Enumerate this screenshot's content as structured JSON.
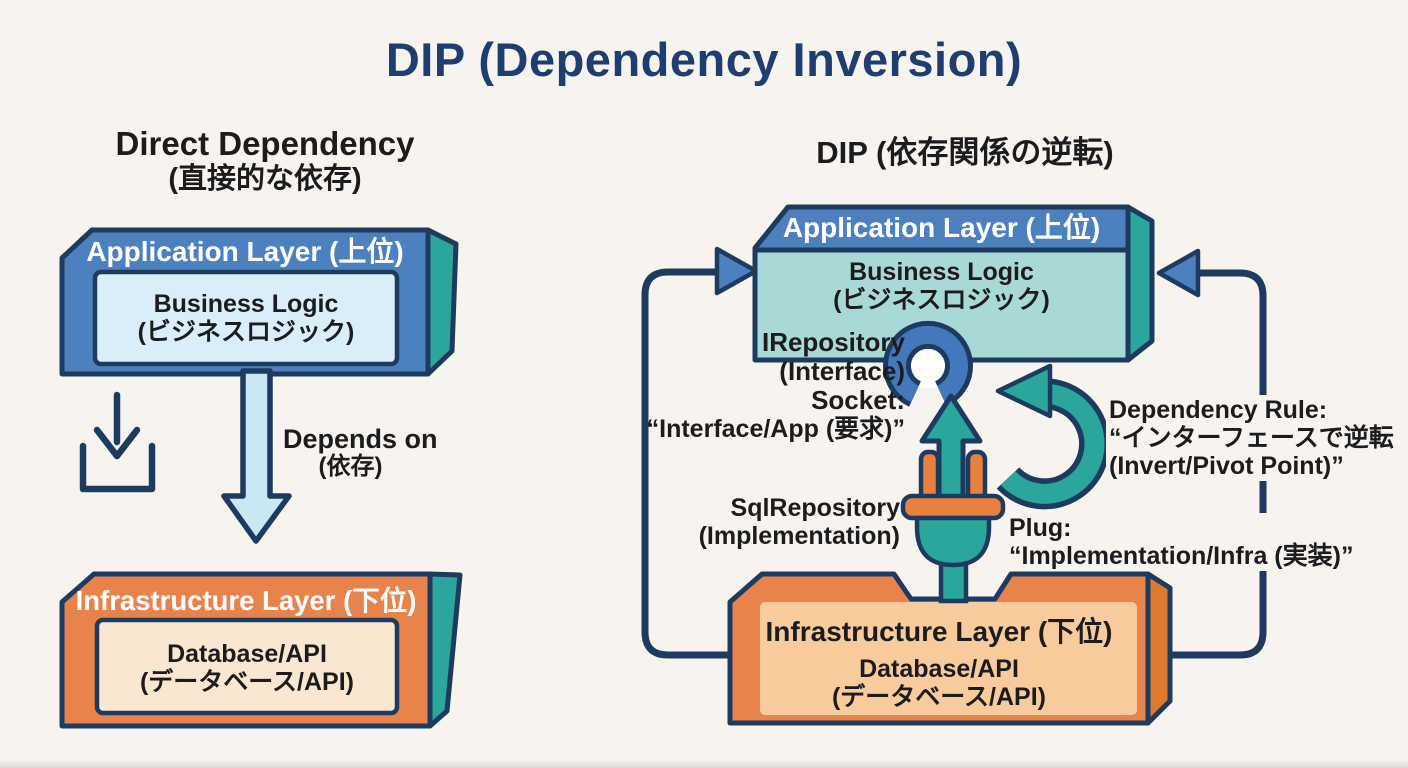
{
  "title": "DIP (Dependency Inversion)",
  "colors": {
    "page_bg": "#f7f4f0",
    "title_navy": "#1e3e70",
    "outline_navy": "#1d3a5f",
    "box_blue": "#4c80be",
    "ring_blue": "#4378bc",
    "teal": "#2aa69d",
    "body_teal": "#a9d9d6",
    "inner_light_blue": "#d9eef9",
    "orange": "#e8834c",
    "dark_orange": "#de7930",
    "inner_light_orange": "#f7cb9c",
    "inner_peach": "#fae7d1",
    "plug_orange": "#e8813f",
    "big_arrow_fill": "#c9e8f3",
    "text_black": "#1c1c1e",
    "text_white": "#ffffff"
  },
  "left_panel": {
    "heading_line1": "Direct Dependency",
    "heading_line2": "(直接的な依存)",
    "app_box": {
      "title": "Application Layer (上位)",
      "inner_line1": "Business Logic",
      "inner_line2": "(ビジネスロジック)"
    },
    "arrow_label_line1": "Depends on",
    "arrow_label_line2": "(依存)",
    "infra_box": {
      "title": "Infrastructure Layer (下位)",
      "inner_line1": "Database/API",
      "inner_line2": "(データベース/API)"
    }
  },
  "right_panel": {
    "heading": "DIP (依存関係の逆転)",
    "app_box": {
      "title": "Application Layer (上位)",
      "inner_line1": "Business Logic",
      "inner_line2": "(ビジネスロジック)"
    },
    "socket_label": {
      "line1": "IRepository",
      "line2": "(Interface)",
      "line3": "Socket:",
      "line4": "“Interface/App (要求)”"
    },
    "implementation_label": {
      "line1": "SqlRepository",
      "line2": "(Implementation)"
    },
    "plug_label": {
      "line1": "Plug:",
      "line2": "“Implementation/Infra (実装)”"
    },
    "dependency_rule_label": {
      "line1": "Dependency Rule:",
      "line2": "“インターフェースで逆転",
      "line3": "(Invert/Pivot Point)”"
    },
    "infra_box": {
      "title": "Infrastructure Layer (下位)",
      "inner_line1": "Database/API",
      "inner_line2": "(データベース/API)"
    }
  }
}
